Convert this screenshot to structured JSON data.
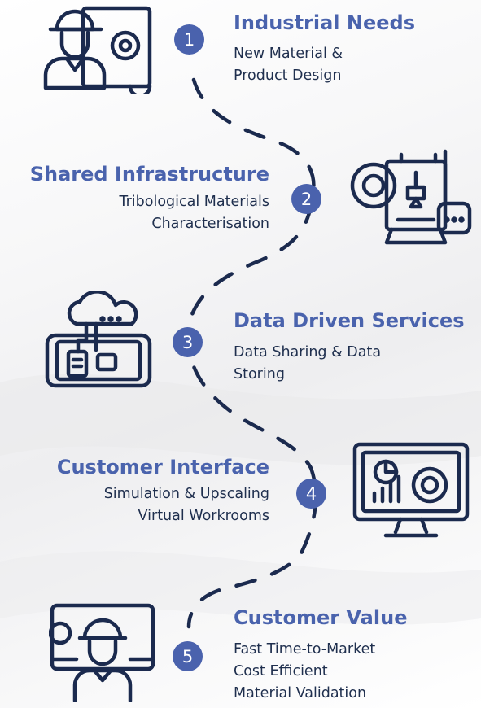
{
  "steps": [
    {
      "number": "1",
      "title": "Industrial Needs",
      "lines": [
        "New Material &",
        "Product Design"
      ],
      "icon": "engineer-blueprint-icon"
    },
    {
      "number": "2",
      "title": "Shared Infrastructure",
      "lines": [
        "Tribological Materials",
        "Characterisation"
      ],
      "icon": "3d-printer-icon"
    },
    {
      "number": "3",
      "title": "Data Driven Services",
      "lines": [
        "Data Sharing & Data",
        "Storing"
      ],
      "icon": "cloud-tablet-icon"
    },
    {
      "number": "4",
      "title": "Customer Interface",
      "lines": [
        "Simulation & Upscaling",
        "Virtual  Workrooms"
      ],
      "icon": "monitor-dashboard-icon"
    },
    {
      "number": "5",
      "title": "Customer Value",
      "lines": [
        "Fast Time-to-Market",
        "Cost Efficient",
        "Material Validation"
      ],
      "icon": "engineer-screen-icon"
    }
  ],
  "colors": {
    "accent": "#4a62ad",
    "icon": "#1b2a4e",
    "text": "#1f2f4e"
  }
}
